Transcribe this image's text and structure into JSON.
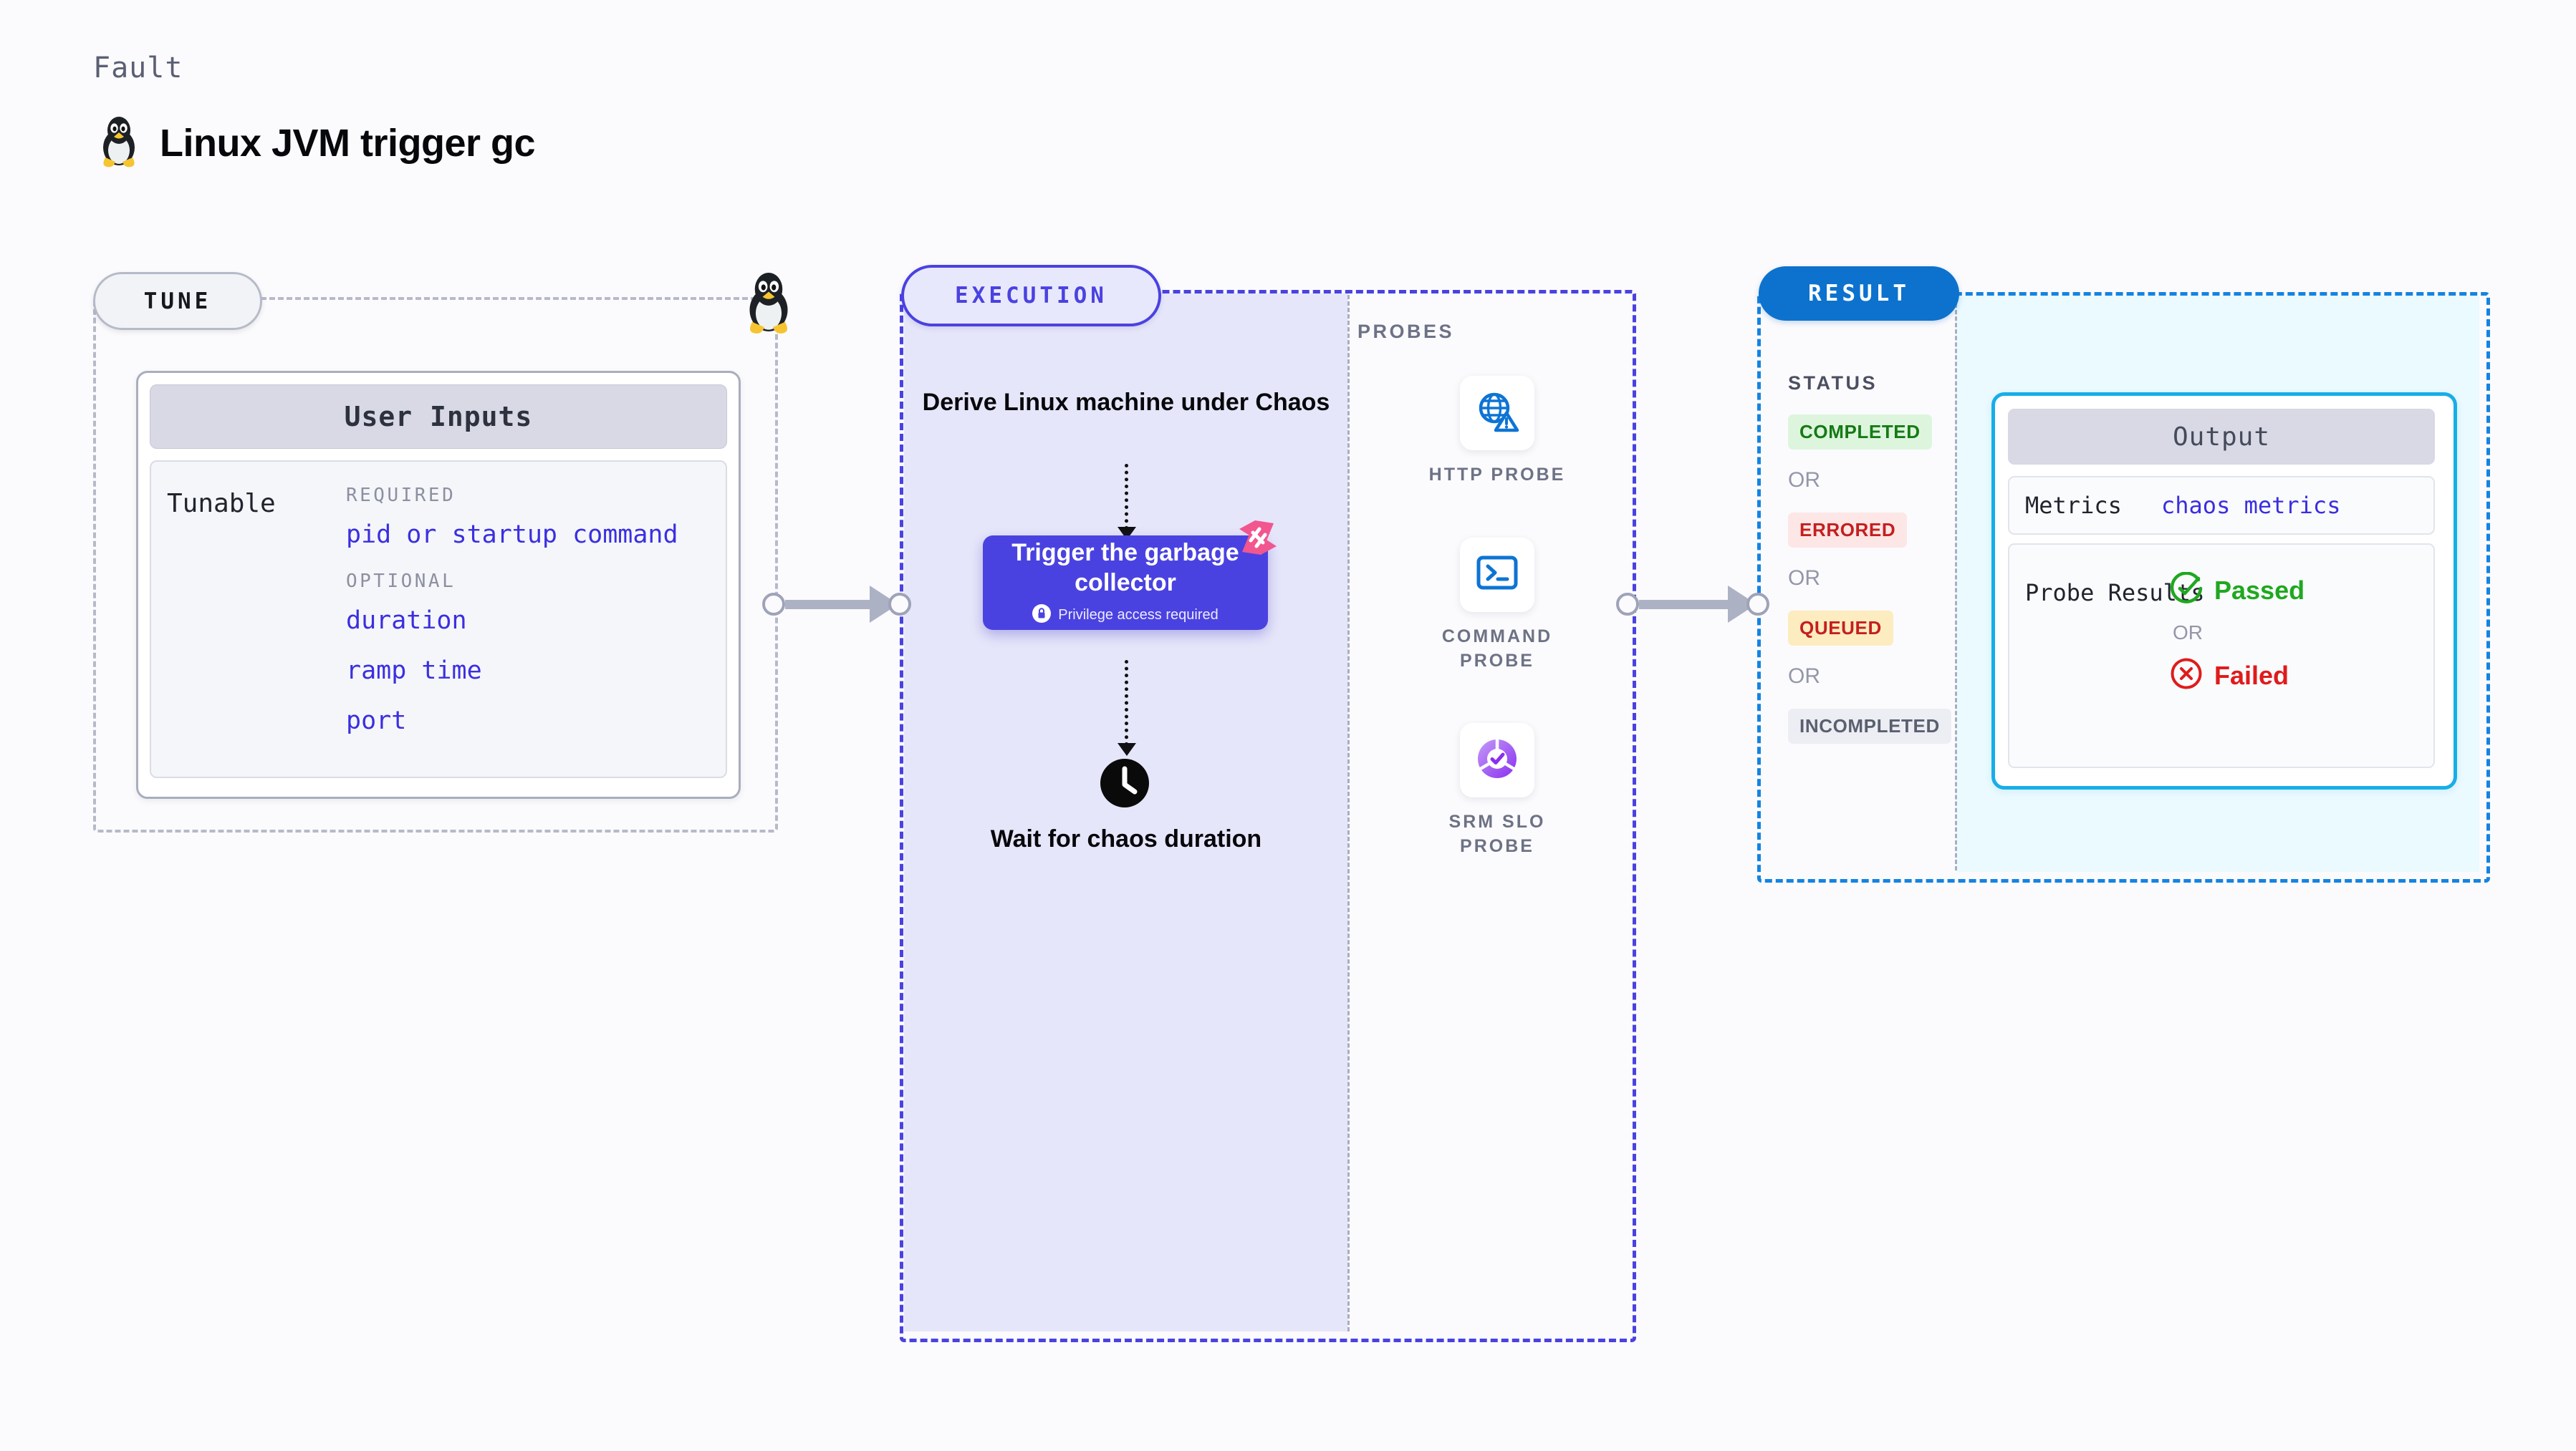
{
  "header": {
    "kicker": "Fault",
    "title": "Linux JVM trigger gc",
    "icon": "linux-penguin-icon"
  },
  "tune": {
    "chip_label": "TUNE",
    "penguin_icon": "linux-penguin-icon",
    "card_title": "User Inputs",
    "row_label": "Tunable",
    "groups": [
      {
        "title": "REQUIRED",
        "fields": [
          "pid or startup command"
        ]
      },
      {
        "title": "OPTIONAL",
        "fields": [
          "duration",
          "ramp time",
          "port"
        ]
      }
    ]
  },
  "execution": {
    "chip_label": "EXECUTION",
    "step_1": "Derive Linux machine under Chaos",
    "action_card": {
      "title": "Trigger the garbage collector",
      "note": "Privilege access required",
      "note_icon": "lock-icon",
      "corner_icon": "harness-logo-icon",
      "color": "#4a42e0"
    },
    "step_2": "Wait for chaos duration",
    "step_2_icon": "clock-icon"
  },
  "probes": {
    "title": "PROBES",
    "items": [
      {
        "name": "HTTP PROBE",
        "icon": "globe-warning-icon"
      },
      {
        "name": "COMMAND PROBE",
        "icon": "terminal-icon"
      },
      {
        "name": "SRM SLO PROBE",
        "icon": "slo-donut-check-icon"
      }
    ]
  },
  "result": {
    "chip_label": "RESULT",
    "status_title": "STATUS",
    "or_label": "OR",
    "statuses": [
      {
        "label": "COMPLETED",
        "variant": "completed"
      },
      {
        "label": "ERRORED",
        "variant": "errored"
      },
      {
        "label": "QUEUED",
        "variant": "queued"
      },
      {
        "label": "INCOMPLETED",
        "variant": "incompleted"
      }
    ],
    "output": {
      "title": "Output",
      "metrics_label": "Metrics",
      "metrics_value": "chaos metrics",
      "probe_results_label": "Probe Results",
      "passed_label": "Passed",
      "failed_label": "Failed",
      "or_label": "OR",
      "passed_icon": "check-circle-icon",
      "failed_icon": "x-circle-icon"
    }
  },
  "colors": {
    "execution_accent": "#4a42e0",
    "result_accent": "#1583e0",
    "output_border": "#17aee8",
    "tune_border": "#b6bac8",
    "field_text": "#3b2fe0",
    "passed": "#1fa81f",
    "failed": "#e01b1b",
    "harness_pink": "#f2568f"
  }
}
